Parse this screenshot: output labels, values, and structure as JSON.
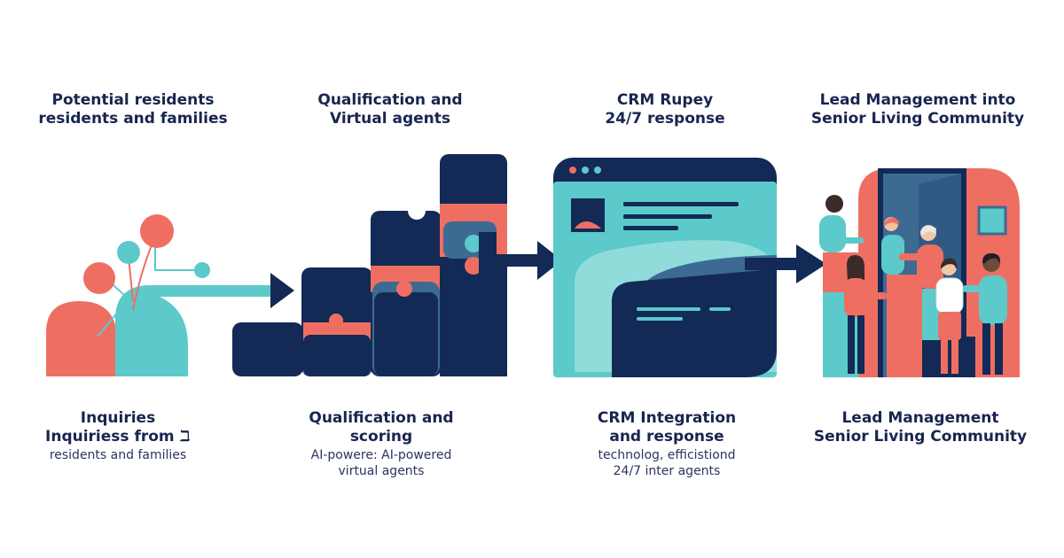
{
  "colors": {
    "navy": "#132a57",
    "coral": "#ee6f62",
    "teal": "#5cc9cb",
    "light_teal": "#8fdcda",
    "steel_blue": "#3d6a93",
    "white": "#ffffff"
  },
  "steps": [
    {
      "top_title": [
        "Potential residents",
        "residents and families"
      ],
      "bottom_title": [
        "Inquiries",
        "Inquiriess from ℶ"
      ],
      "bottom_sub": [
        "residents and families"
      ]
    },
    {
      "top_title": [
        "Qualification and",
        "Virtual agents"
      ],
      "bottom_title": [
        "Qualification and",
        "scoring"
      ],
      "bottom_sub": [
        "AI-powere: AI-powered",
        "virtual agents"
      ]
    },
    {
      "top_title": [
        "CRM Rupey",
        "24/7 response"
      ],
      "bottom_title": [
        "CRM Integration",
        "and response"
      ],
      "bottom_sub": [
        "technolog, efficistiond",
        "24/7 inter agents"
      ]
    },
    {
      "top_title": [
        "Lead Management into",
        "Senior Living Community"
      ],
      "bottom_title": [
        "Lead Management",
        "Senior Living Community"
      ],
      "bottom_sub": []
    }
  ]
}
